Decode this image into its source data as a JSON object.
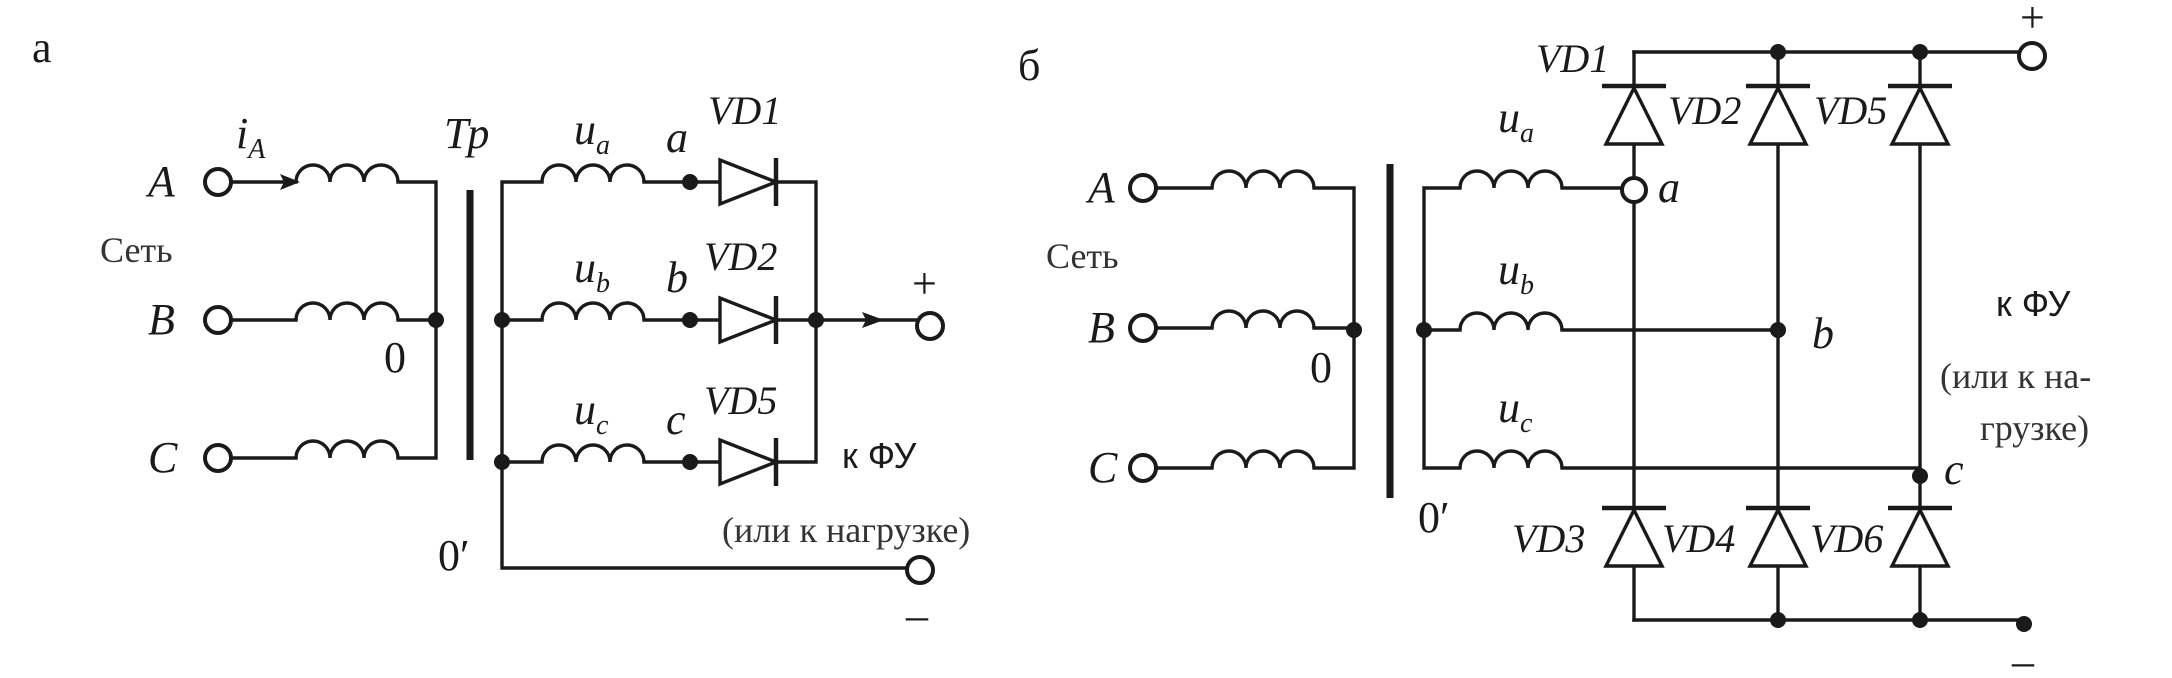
{
  "diagram_a": {
    "panel_label": "а",
    "current_label": "i",
    "current_sub": "A",
    "phase_A": "A",
    "phase_B": "B",
    "phase_C": "C",
    "network_label": "Сеть",
    "neutral_primary": "0",
    "transformer_label": "Тр",
    "ua": "u",
    "ua_sub": "a",
    "ub": "u",
    "ub_sub": "b",
    "uc": "u",
    "uc_sub": "c",
    "node_a": "a",
    "node_b": "b",
    "node_c": "c",
    "vd1": "VD1",
    "vd2": "VD2",
    "vd5": "VD5",
    "plus": "+",
    "minus": "–",
    "neutral_secondary": "0′",
    "load_line1": "к ФУ",
    "load_line2": "(или к нагрузке)"
  },
  "diagram_b": {
    "panel_label": "б",
    "phase_A": "A",
    "phase_B": "B",
    "phase_C": "C",
    "network_label": "Сеть",
    "neutral_primary": "0",
    "neutral_secondary": "0′",
    "ua": "u",
    "ua_sub": "a",
    "ub": "u",
    "ub_sub": "b",
    "uc": "u",
    "uc_sub": "c",
    "node_a": "a",
    "node_b": "b",
    "node_c": "c",
    "vd1": "VD1",
    "vd2": "VD2",
    "vd5": "VD5",
    "vd3": "VD3",
    "vd4": "VD4",
    "vd6": "VD6",
    "plus": "+",
    "minus": "–",
    "load_line1": "к ФУ",
    "load_line2": "(или к на-",
    "load_line3": "грузке)"
  }
}
